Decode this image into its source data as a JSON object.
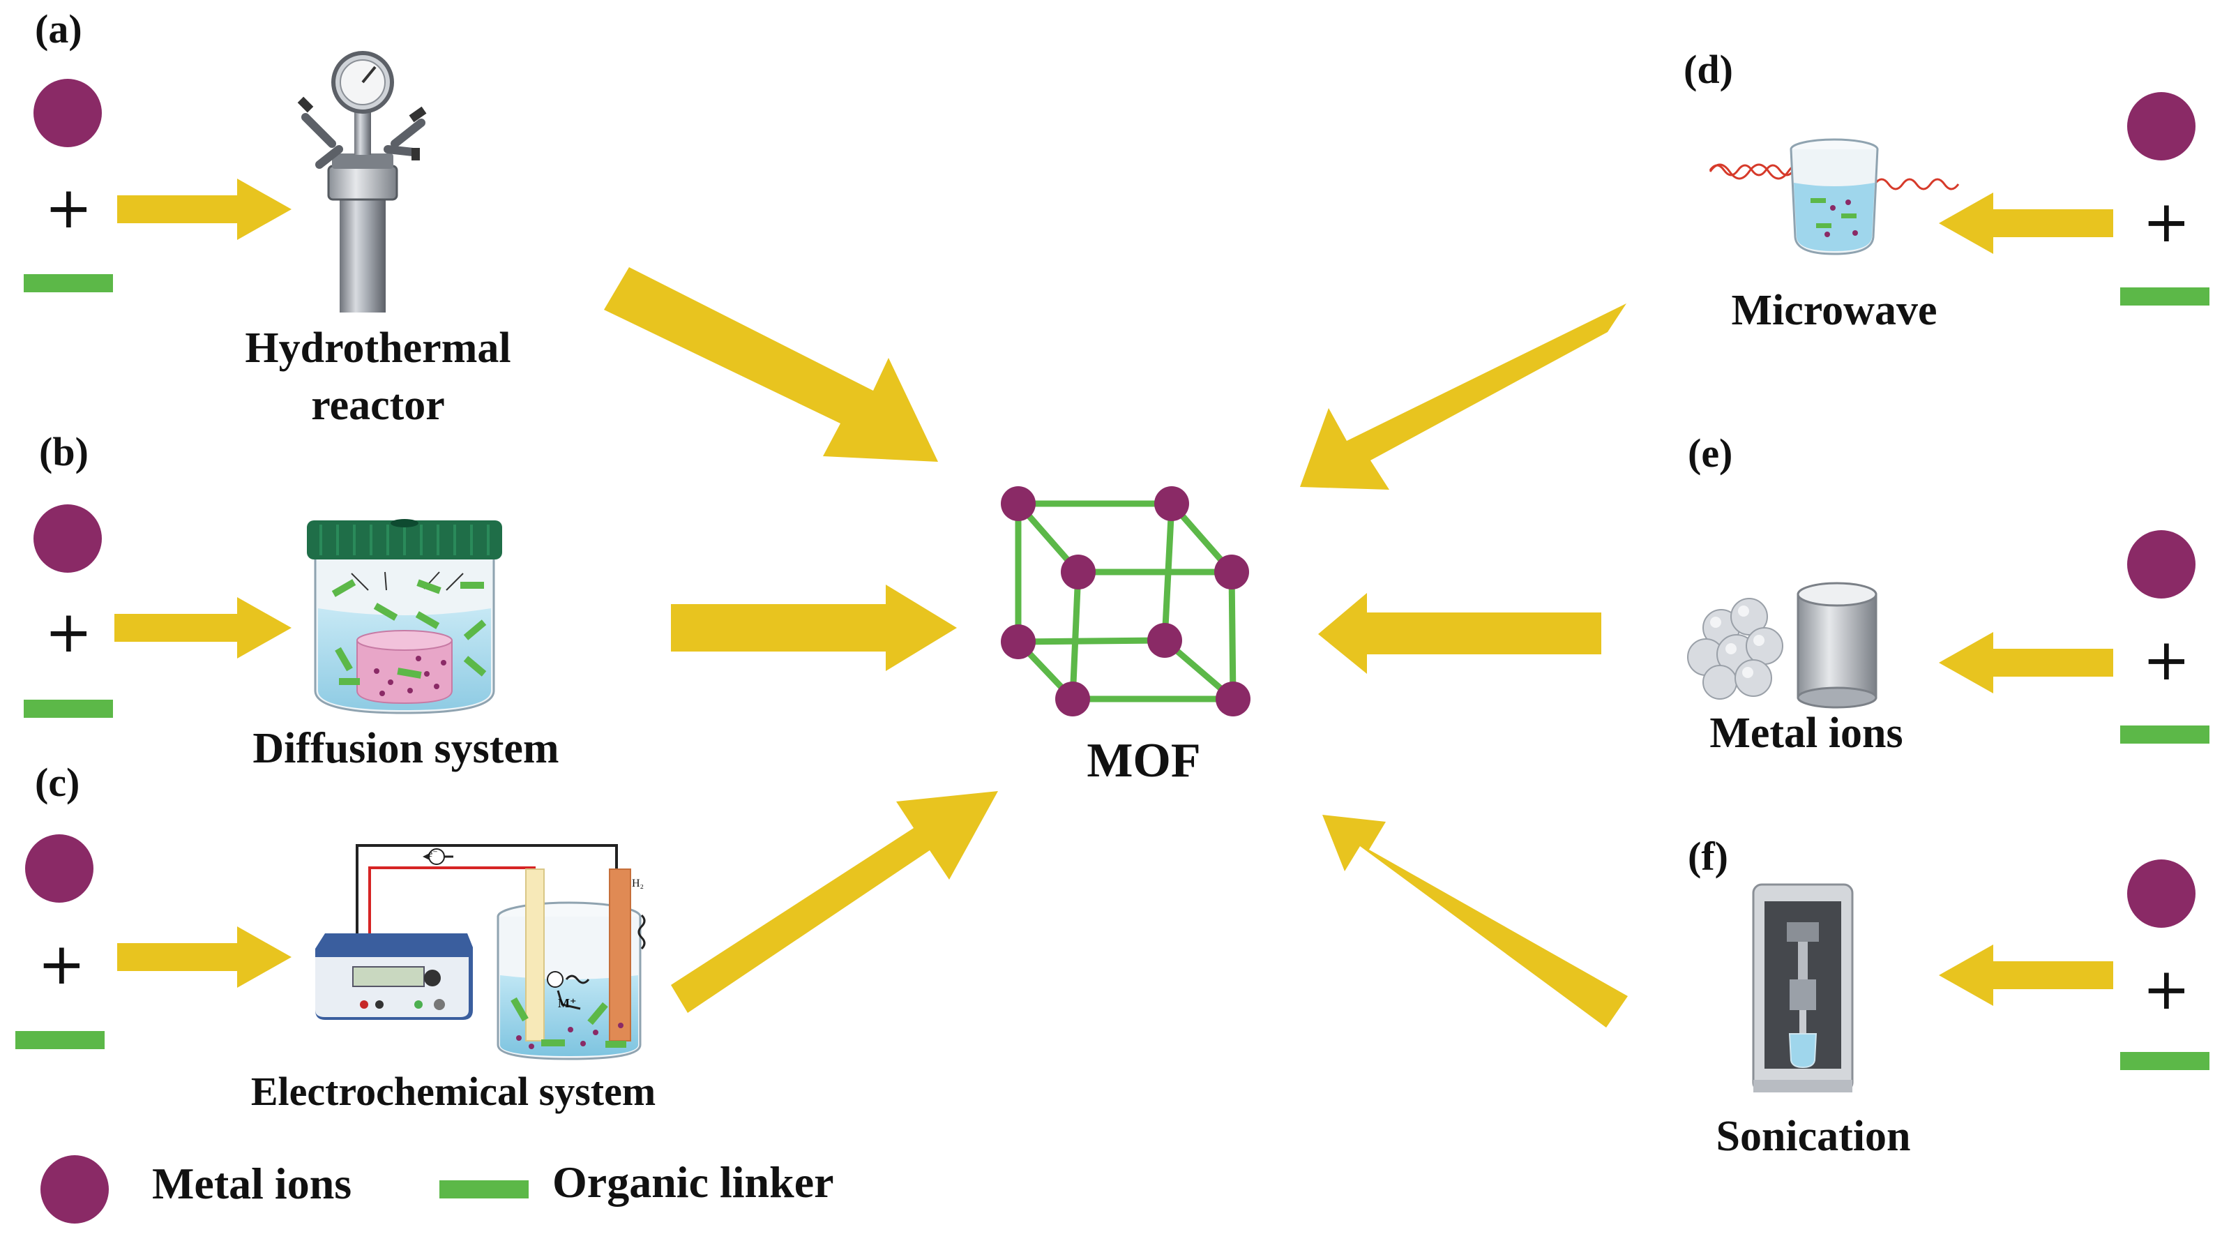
{
  "colors": {
    "metal": "#8a2a66",
    "linker": "#5cb848",
    "arrow": "#e8c41f",
    "frame": "#5cb848",
    "text": "#111111"
  },
  "panels": {
    "a": "(a)",
    "b": "(b)",
    "c": "(c)",
    "d": "(d)",
    "e": "(e)",
    "f": "(f)"
  },
  "plus_sign": "+",
  "captions": {
    "hydrothermal_line1": "Hydrothermal",
    "hydrothermal_line2": "reactor",
    "diffusion": "Diffusion system",
    "electrochemical": "Electrochemical system",
    "microwave": "Microwave",
    "metal_ions": "Metal ions",
    "sonication": "Sonication"
  },
  "center": {
    "label": "MOF"
  },
  "legend": {
    "metal_ions": "Metal ions",
    "organic_linker": "Organic linker"
  },
  "icons": [
    "hydrothermal-reactor-icon",
    "diffusion-jar-icon",
    "electrochemical-cell-icon",
    "microwave-beaker-icon",
    "metal-pellets-icon",
    "sonicator-icon",
    "mof-cube-icon"
  ],
  "electrochem_marks": {
    "electron": "e⁻",
    "metal": "M⁺",
    "gas": "H₂"
  }
}
